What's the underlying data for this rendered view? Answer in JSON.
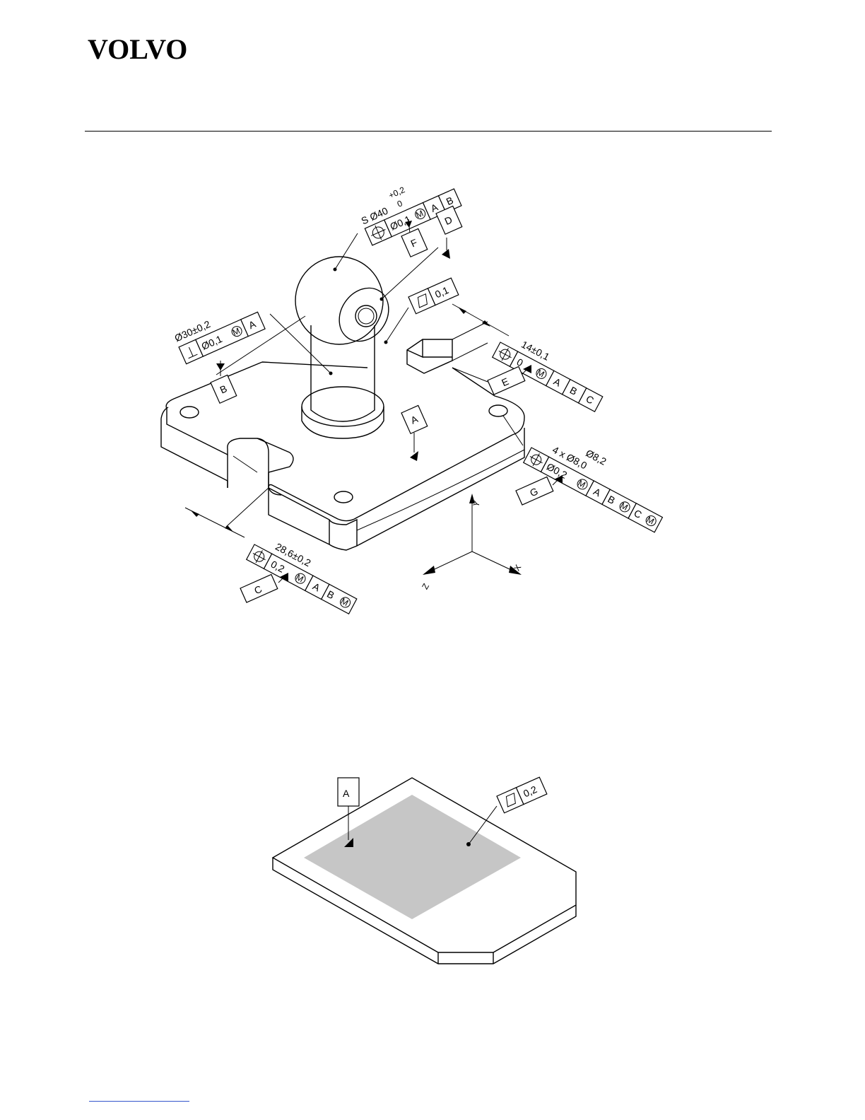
{
  "header": {
    "logo_text": "VOLVO"
  },
  "figure1": {
    "sphere_fcf": {
      "size": "S Ø40",
      "tol_upper": "+0,2",
      "tol_lower": "0",
      "symbol_icon": "position-icon",
      "tolerance": "Ø0,1",
      "modifier": "M",
      "datum1": "A",
      "datum2": "B"
    },
    "datum_F": "F",
    "datum_D": "D",
    "flatness_fcf": {
      "symbol_icon": "flatness-icon",
      "tolerance": "0,1"
    },
    "perp_fcf": {
      "size": "Ø30±0,2",
      "symbol_icon": "perpendicularity-icon",
      "tolerance": "Ø0,1",
      "modifier": "M",
      "datum1": "A"
    },
    "datum_B": "B",
    "slot_fcf": {
      "size": "14±0,1",
      "symbol_icon": "position-icon",
      "tolerance": "0",
      "modifier": "M",
      "datum1": "A",
      "datum2": "B",
      "datum3": "C"
    },
    "datum_E": "E",
    "datum_A": "A",
    "holes_fcf": {
      "size_upper": "Ø8,2",
      "size_lower": "4 x Ø8,0",
      "symbol_icon": "position-icon",
      "tolerance": "Ø0,2",
      "modifier": "M",
      "datum1": "A",
      "datum2": "B",
      "datum2_mod": "M",
      "datum3": "C",
      "datum3_mod": "M"
    },
    "datum_G": "G",
    "width_fcf": {
      "size": "28,6±0,2",
      "symbol_icon": "position-icon",
      "tolerance": "0,2",
      "modifier": "M",
      "datum1": "A",
      "datum2": "B",
      "datum2_mod": "M"
    },
    "datum_C": "C",
    "axes": {
      "y": "Y",
      "x": "X",
      "z": "Z"
    }
  },
  "figure2": {
    "datum_A": "A",
    "flatness_fcf": {
      "symbol_icon": "flatness-icon",
      "tolerance": "0,2"
    }
  }
}
